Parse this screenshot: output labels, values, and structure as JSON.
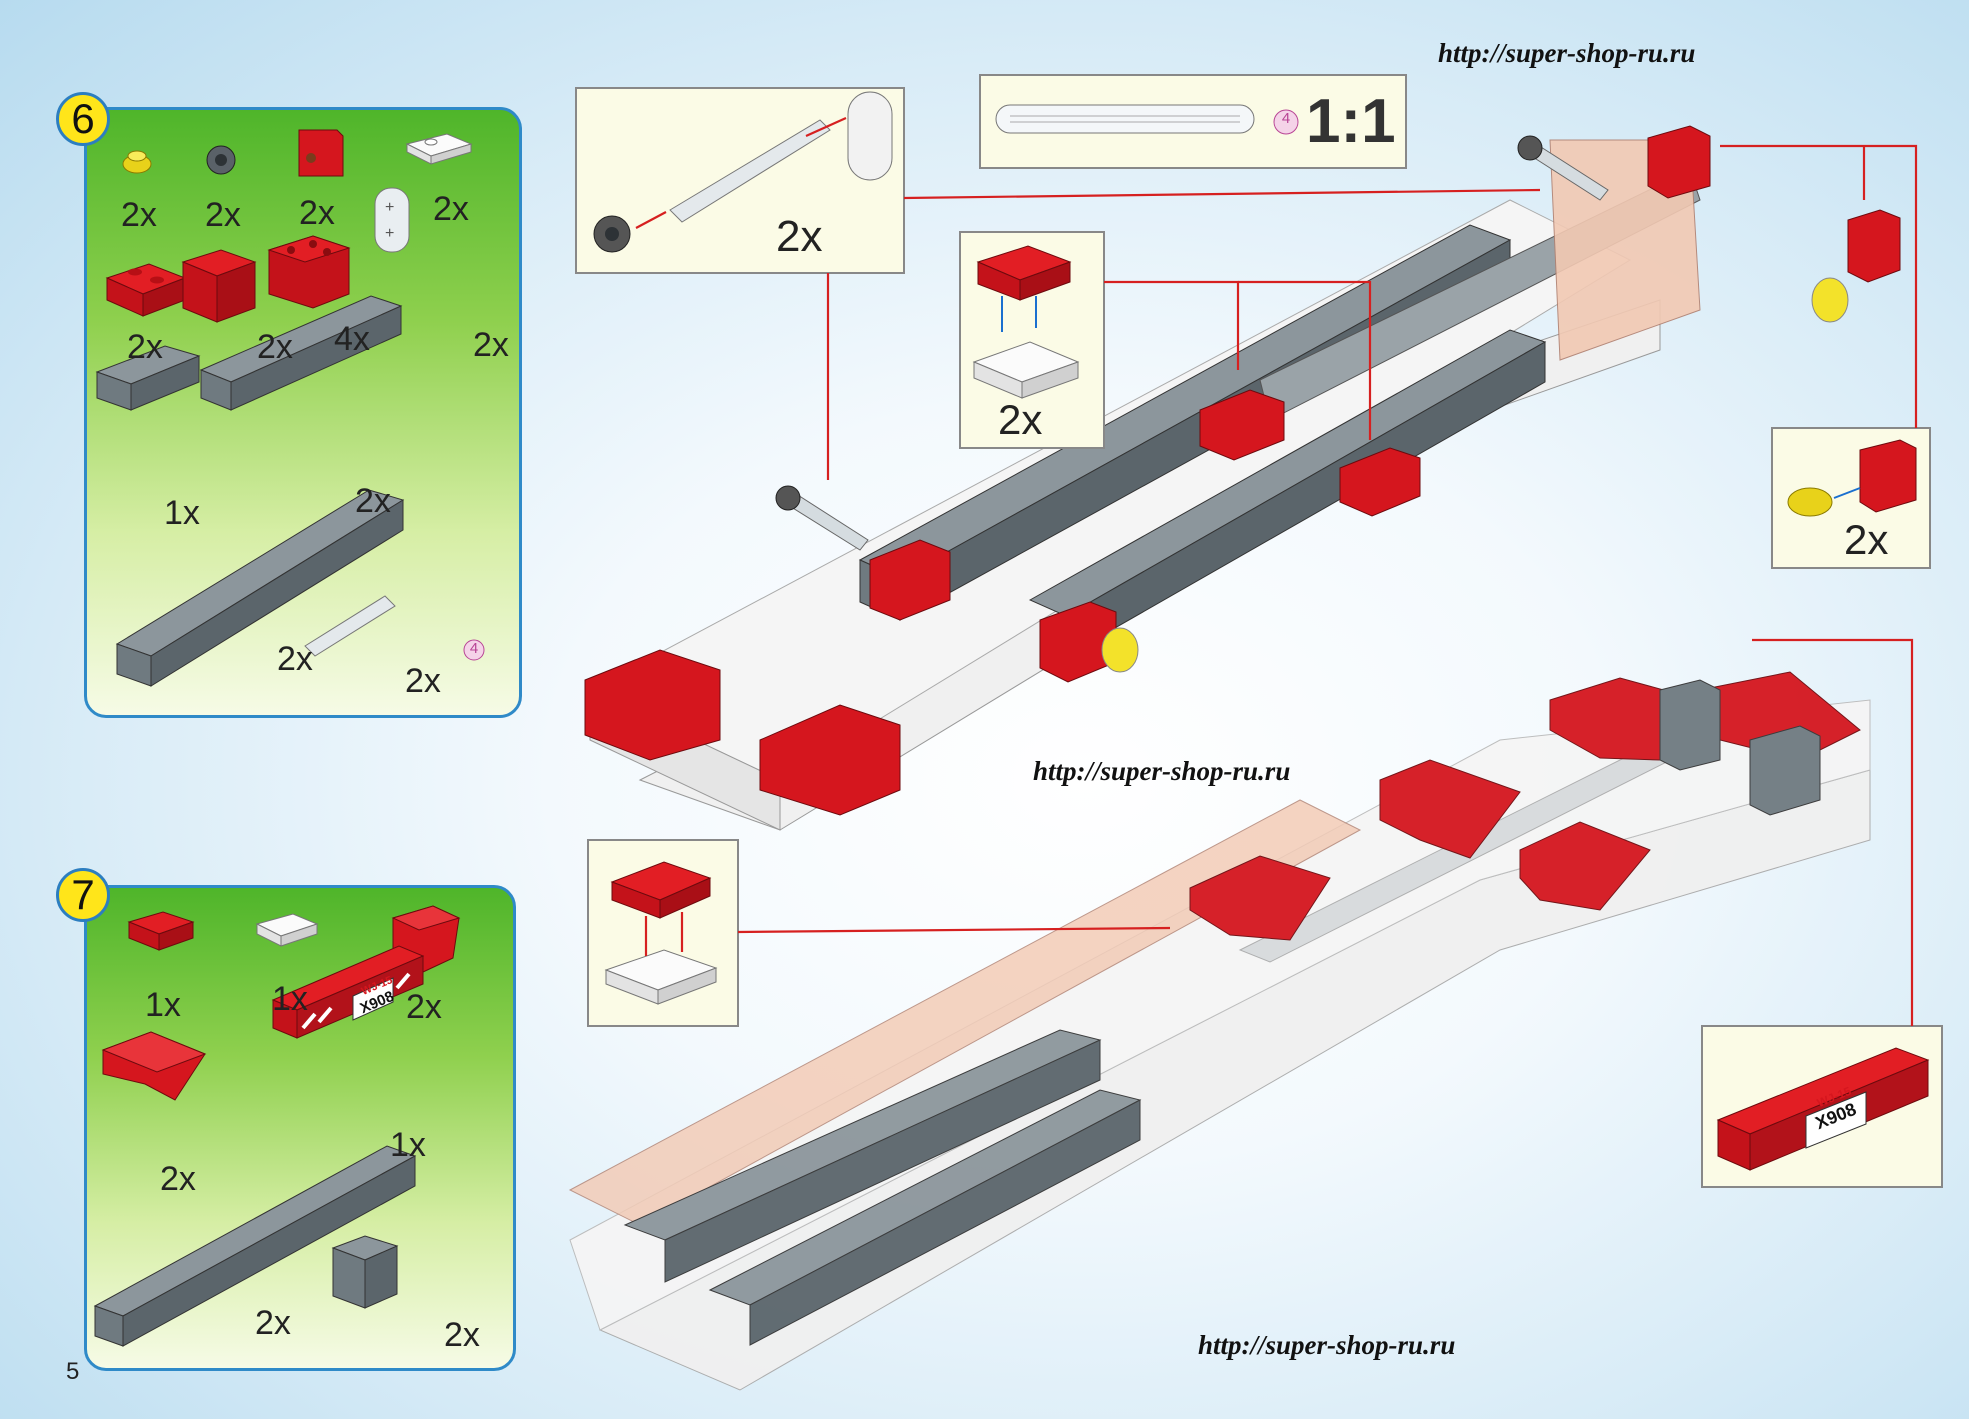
{
  "urls": [
    "http://super-shop-ru.ru",
    "http://super-shop-ru.ru",
    "http://super-shop-ru.ru"
  ],
  "page_number": "5",
  "colors": {
    "brick_red": "#d5161e",
    "brick_gray": "#6f7a80",
    "plate_white": "#f2f2f2",
    "axle_gray": "#d5dce0",
    "pin_yellow": "#f3e22a",
    "panel_border": "#2f8ac8",
    "arrow_red": "#d62020"
  },
  "step6": {
    "number": "6",
    "parts": [
      {
        "name": "yellow-round-plate",
        "count": "2x"
      },
      {
        "name": "gray-bushing",
        "count": "2x"
      },
      {
        "name": "red-brick-with-hole",
        "count": "2x"
      },
      {
        "name": "white-jumper-plate",
        "count": "2x"
      },
      {
        "name": "red-plate-1x2",
        "count": "2x"
      },
      {
        "name": "red-brick-1x2",
        "count": "2x"
      },
      {
        "name": "red-corner-brick",
        "count": "4x"
      },
      {
        "name": "white-axle-connector",
        "count": "2x"
      },
      {
        "name": "gray-brick-1x4",
        "count": "1x"
      },
      {
        "name": "gray-brick-1x12",
        "count": "2x"
      },
      {
        "name": "gray-brick-1x16",
        "count": "2x"
      },
      {
        "name": "axle-4",
        "count": "2x",
        "length_mark": "4"
      }
    ]
  },
  "step7": {
    "number": "7",
    "parts": [
      {
        "name": "red-plate-1x2",
        "count": "1x"
      },
      {
        "name": "white-jumper-plate",
        "count": "1x"
      },
      {
        "name": "red-slope-brick",
        "count": "2x"
      },
      {
        "name": "red-slope-plate",
        "count": "2x"
      },
      {
        "name": "red-printed-brick",
        "count": "1x",
        "print_top": "WJ-15",
        "print_bottom": "X908"
      },
      {
        "name": "gray-brick-1x16",
        "count": "2x"
      },
      {
        "name": "gray-brick-2x2",
        "count": "2x"
      }
    ]
  },
  "callouts": {
    "axle_assembly": {
      "count": "2x"
    },
    "scale_reference": {
      "scale": "1:1",
      "length_mark": "4"
    },
    "plate_on_jumper_6": {
      "count": "2x"
    },
    "pin_on_brick": {
      "count": "2x"
    },
    "printed_brick": {
      "print_top": "WJ-15",
      "print_bottom": "X908"
    }
  }
}
